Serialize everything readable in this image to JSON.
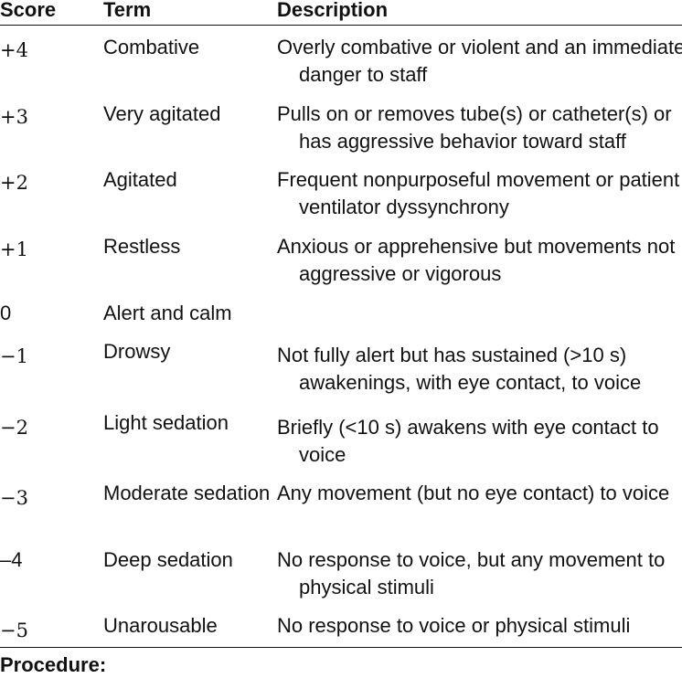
{
  "table": {
    "headers": {
      "score": "Score",
      "term": "Term",
      "description": "Description"
    },
    "rows": [
      {
        "score": "+4",
        "term": "Combative",
        "description": "Overly combative or violent and an immediate danger to staff"
      },
      {
        "score": "+3",
        "term": "Very agitated",
        "description": "Pulls on or removes tube(s) or catheter(s) or has aggressive behavior toward staff"
      },
      {
        "score": "+2",
        "term": "Agitated",
        "description": "Frequent nonpurposeful movement or patient ventilator dyssynchrony"
      },
      {
        "score": "+1",
        "term": "Restless",
        "description": "Anxious or apprehensive but movements not aggressive or vigorous"
      },
      {
        "score": "0",
        "term": "Alert and calm",
        "description": ""
      },
      {
        "score": "−1",
        "term": "Drowsy",
        "description": "Not fully alert but has sustained (>10 s) awakenings, with eye contact, to voice"
      },
      {
        "score": "−2",
        "term": "Light sedation",
        "description": "Briefly (<10 s) awakens with eye contact to voice"
      },
      {
        "score": "−3",
        "term": "Moderate sedation",
        "description": "Any movement (but no eye contact) to voice"
      },
      {
        "score": "–4",
        "term": "Deep sedation",
        "description": "No response to voice, but any movement to physical stimuli"
      },
      {
        "score": "−5",
        "term": "Unarousable",
        "description": "No response to voice or physical stimuli"
      }
    ]
  },
  "footer": {
    "label": "Procedure:"
  }
}
